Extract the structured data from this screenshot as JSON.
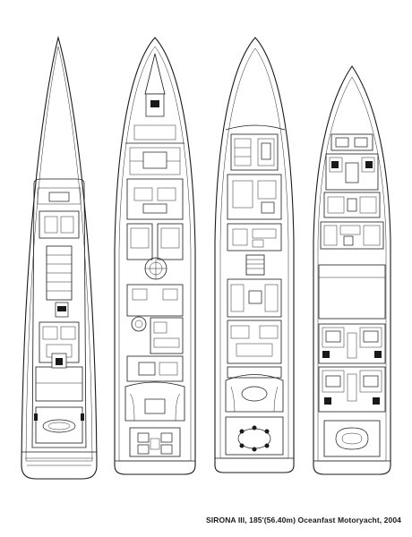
{
  "figure": {
    "caption": "SIRONA III, 185'(56.40m) Oceanfast Motoryacht, 2004"
  },
  "decks": [
    {
      "id": "deck-1"
    },
    {
      "id": "deck-2"
    },
    {
      "id": "deck-3"
    },
    {
      "id": "deck-4"
    }
  ],
  "colors": {
    "line": "#1a1a1a",
    "background": "#ffffff"
  }
}
